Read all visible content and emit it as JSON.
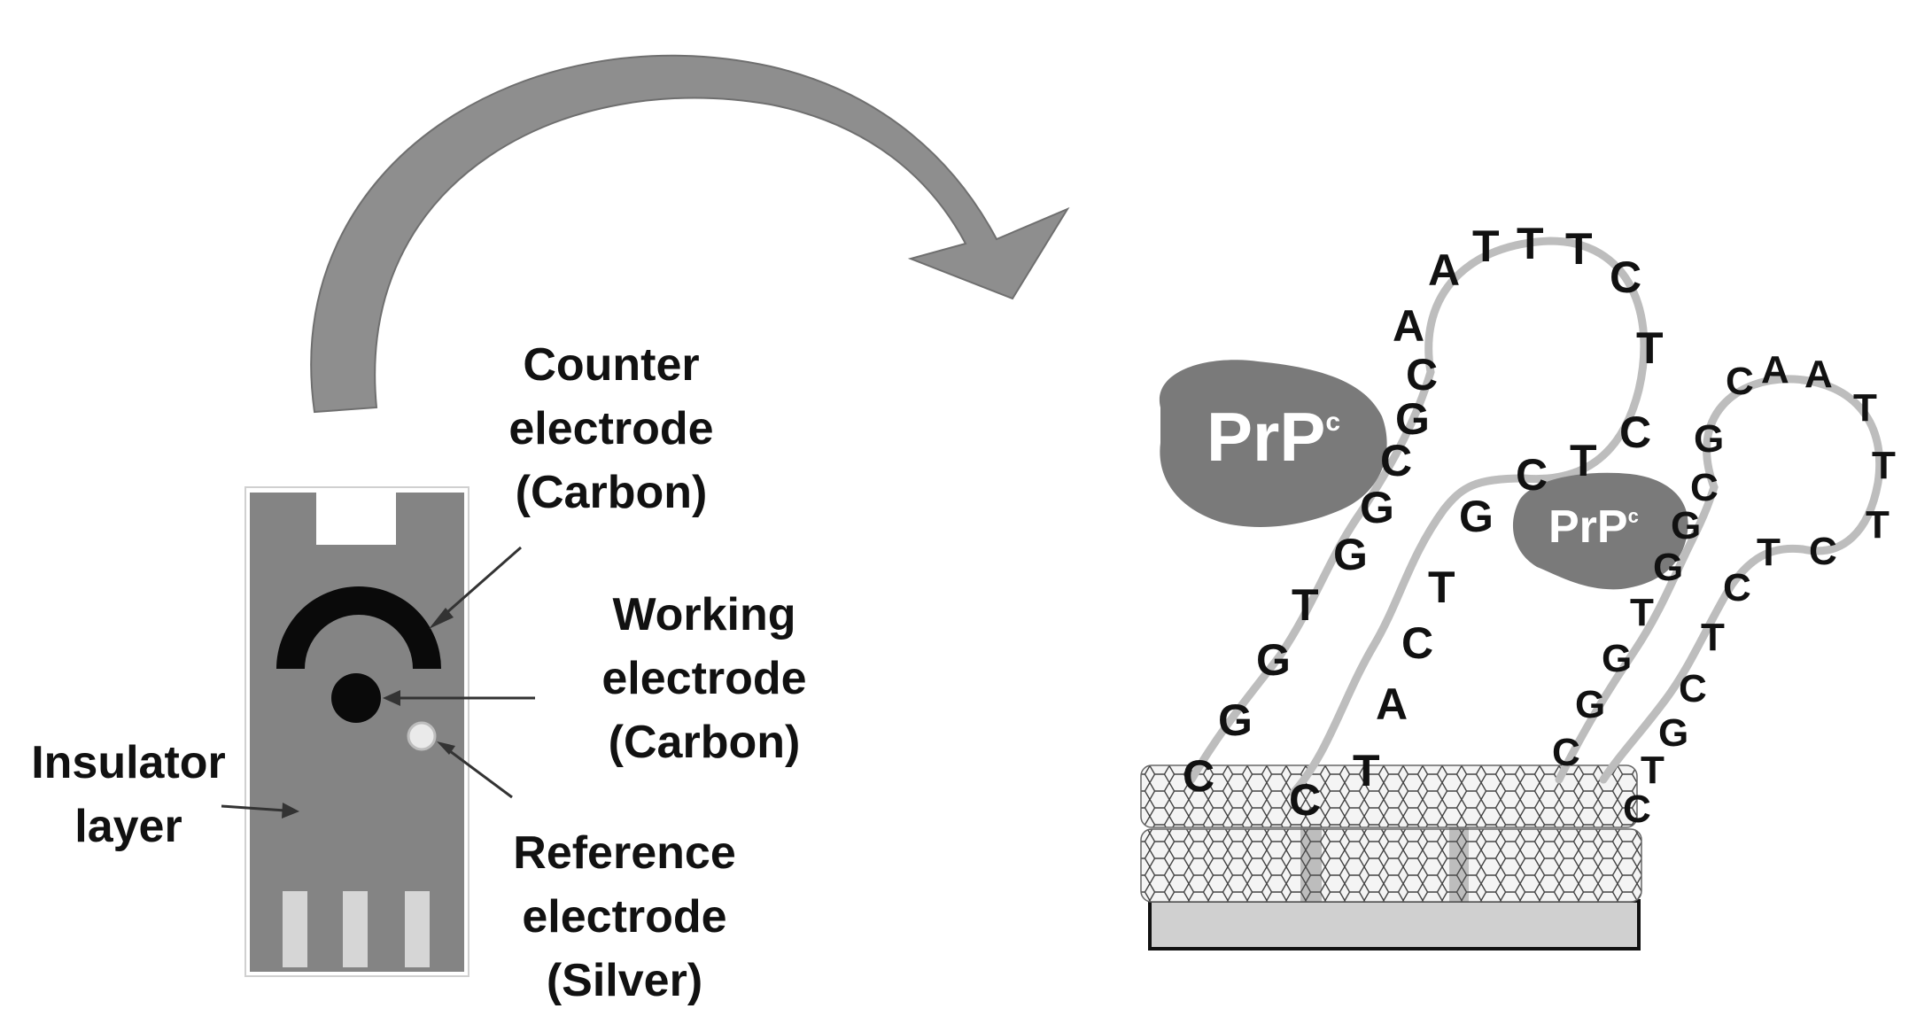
{
  "labels": {
    "counter": [
      "Counter",
      "electrode",
      "(Carbon)"
    ],
    "working": [
      "Working",
      "electrode",
      "(Carbon)"
    ],
    "insulator": [
      "Insulator",
      "layer"
    ],
    "reference": [
      "Reference",
      "electrode",
      "(Silver)"
    ]
  },
  "protein_label": "PrP",
  "protein_superscript": "c",
  "aptamer_sequence": "CGGTGGCGCAATTTCTCTCGTCATCGTTGC",
  "colors": {
    "electrode_body": "#848484",
    "carbon": "#0a0a0a",
    "silver": "#eaeaea",
    "arrow": "#8e8e8e",
    "protein": "#7a7a7a",
    "strand": "#bdbdbd",
    "substrate": "#d0d0d0"
  }
}
